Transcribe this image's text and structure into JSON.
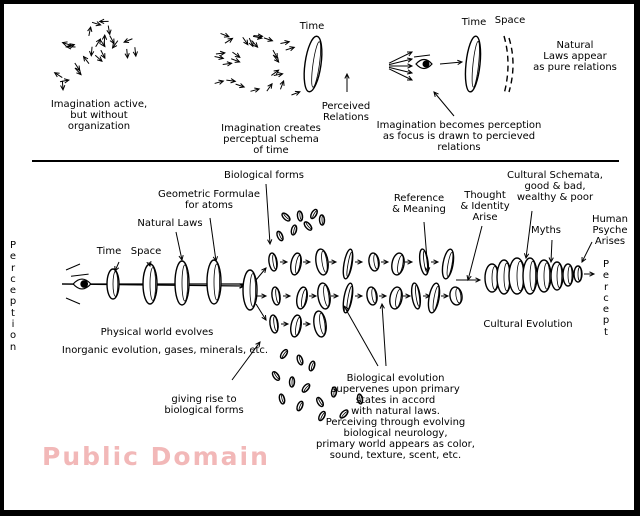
{
  "top_panel": {
    "stage1": {
      "caption": "Imagination active,\nbut without organization"
    },
    "stage2": {
      "time_label": "Time",
      "perceived_relations": "Perceived\nRelations",
      "caption": "Imagination creates\nperceptual schema\nof time"
    },
    "stage3": {
      "time_label": "Time",
      "space_label": "Space",
      "natural_laws": "Natural\nLaws appear\nas pure relations",
      "caption": "Imagination becomes perception\nas focus is drawn to percieved\nrelations"
    }
  },
  "bottom_panel": {
    "left_vertical": "P\ne\nr\nc\ne\np\nt\ni\no\nn",
    "right_vertical": "P\ne\nr\nc\ne\np\nt",
    "time_label": "Time",
    "space_label": "Space",
    "natural_laws": "Natural Laws",
    "geometric_formulae": "Geometric Formulae\nfor atoms",
    "biological_forms": "Biological forms",
    "reference_meaning": "Reference\n& Meaning",
    "thought_identity": "Thought\n& Identity\nArise",
    "cultural_schemata": "Cultural Schemata,\ngood & bad,\nwealthy & poor",
    "myths": "Myths",
    "human_psyche": "Human\nPsyche\nArises",
    "physical_world": "Physical world evolves",
    "inorganic_evolution": "Inorganic evolution, gases, minerals, etc.",
    "giving_rise": "giving rise to\nbiological forms",
    "biological_evolution": "Biological evolution\nsupervenes upon primary\nstates in accord\nwith natural laws.\nPerceiving through evolving\nbiological neurology,\nprimary world appears as color,\nsound, texture, scent, etc.",
    "cultural_evolution": "Cultural Evolution"
  },
  "watermark": "Public Domain",
  "colors": {
    "border": "#000000",
    "background": "#ffffff",
    "ink": "#000000",
    "watermark": "#f2b8b8"
  },
  "icons": [
    "eye-icon",
    "arrow-icon",
    "disc-icon"
  ]
}
